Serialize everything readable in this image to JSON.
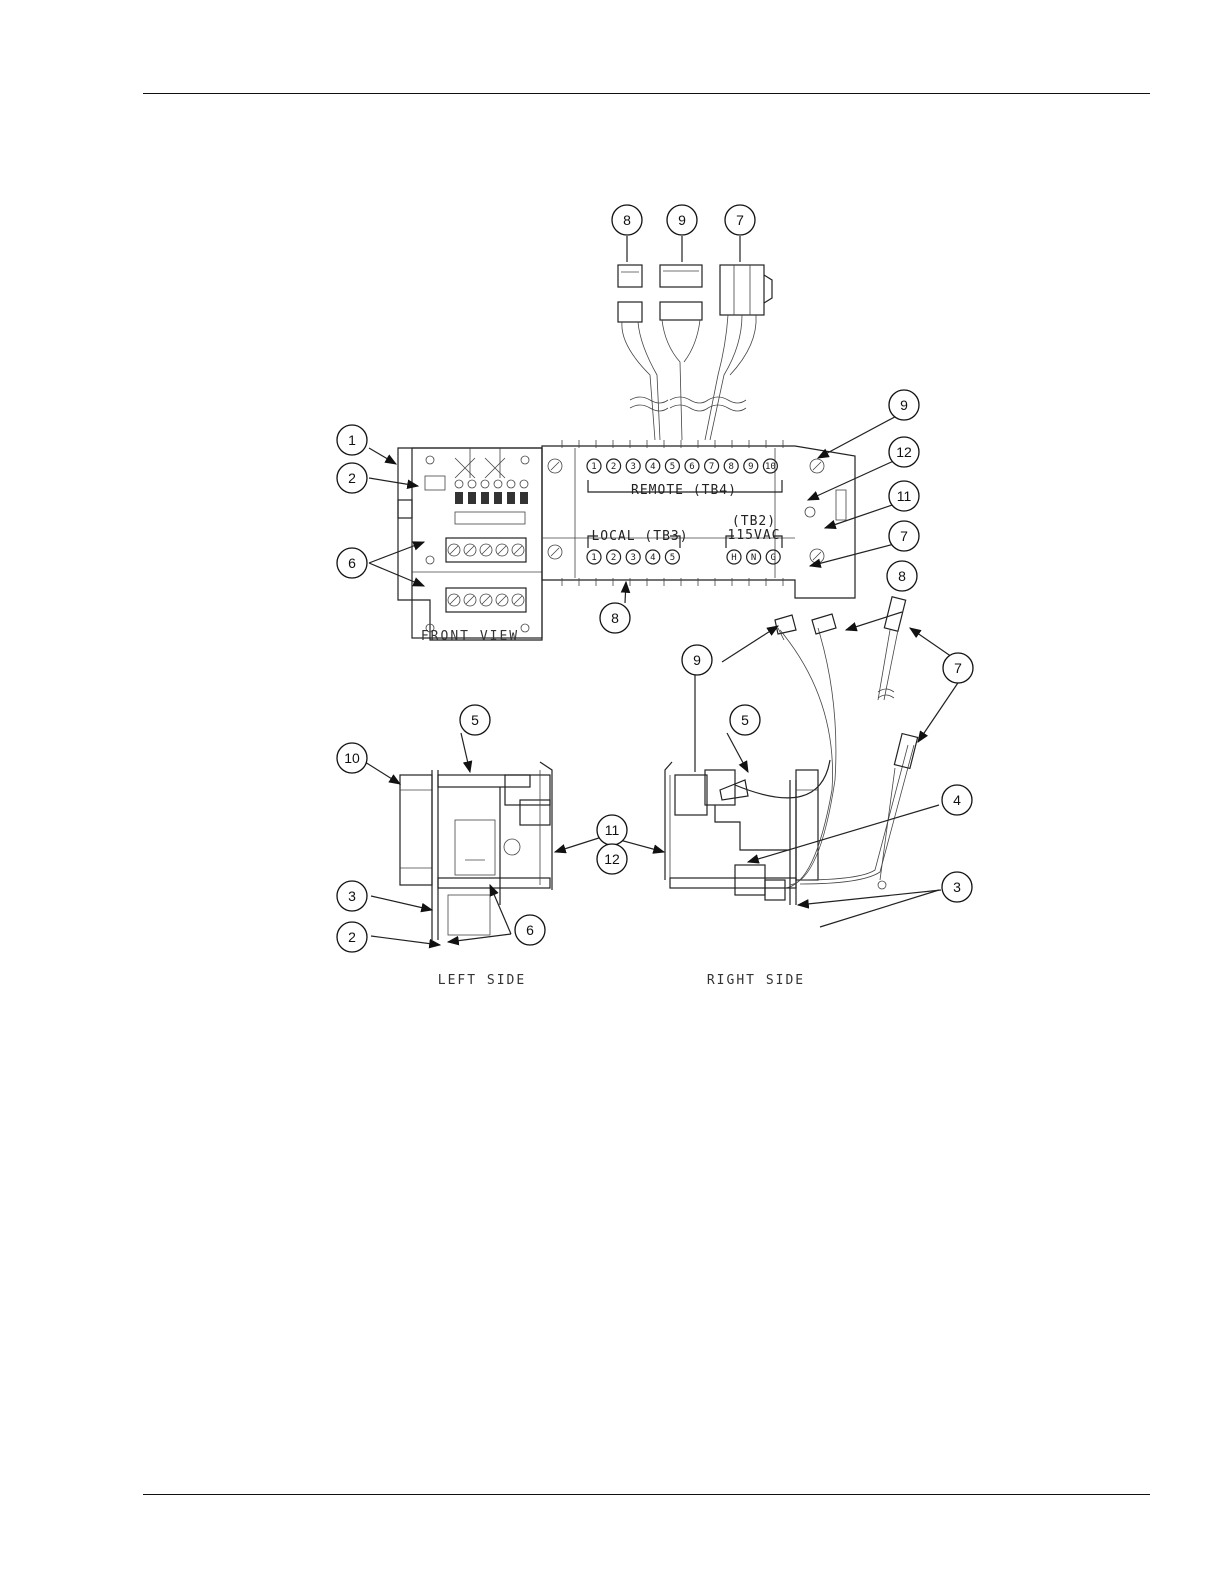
{
  "terminal_blocks": {
    "remote": {
      "label": "REMOTE (TB4)",
      "terminals": [
        "1",
        "2",
        "3",
        "4",
        "5",
        "6",
        "7",
        "8",
        "9",
        "10"
      ]
    },
    "local": {
      "label": "LOCAL (TB3)",
      "terminals": [
        "1",
        "2",
        "3",
        "4",
        "5"
      ]
    },
    "power": {
      "label_line1": "(TB2)",
      "label_line2": "115VAC",
      "terminals": [
        "H",
        "N",
        "G"
      ]
    }
  },
  "view_labels": {
    "front": "FRONT VIEW",
    "left": "LEFT SIDE",
    "right": "RIGHT SIDE"
  },
  "callouts": [
    "1",
    "2",
    "3",
    "4",
    "5",
    "6",
    "7",
    "8",
    "9",
    "10",
    "11",
    "12"
  ]
}
